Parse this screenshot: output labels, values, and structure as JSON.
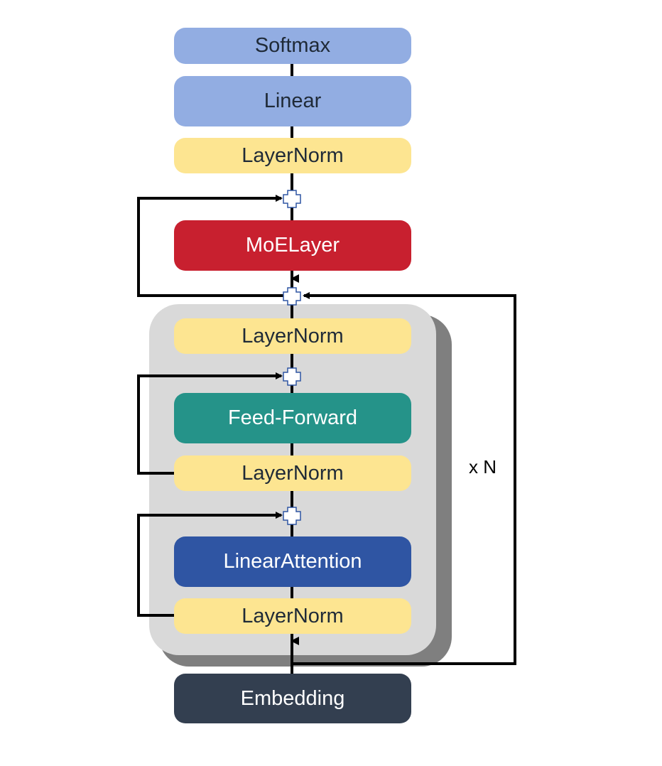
{
  "blocks": {
    "softmax": "Softmax",
    "linear": "Linear",
    "layernorm_final": "LayerNorm",
    "moe": "MoELayer",
    "layernorm_top": "LayerNorm",
    "feed_forward": "Feed-Forward",
    "layernorm_mid": "LayerNorm",
    "linear_attention": "LinearAttention",
    "layernorm_bottom": "LayerNorm",
    "embedding": "Embedding"
  },
  "repeat_label": "x N",
  "colors": {
    "output_blocks": "#92ade2",
    "layernorm": "#fde591",
    "moe": "#c8202f",
    "feed_forward": "#259389",
    "linear_attention": "#2f55a3",
    "embedding": "#333f50",
    "group_background": "#d9d9d9",
    "group_shadow": "#7f7f7f"
  }
}
